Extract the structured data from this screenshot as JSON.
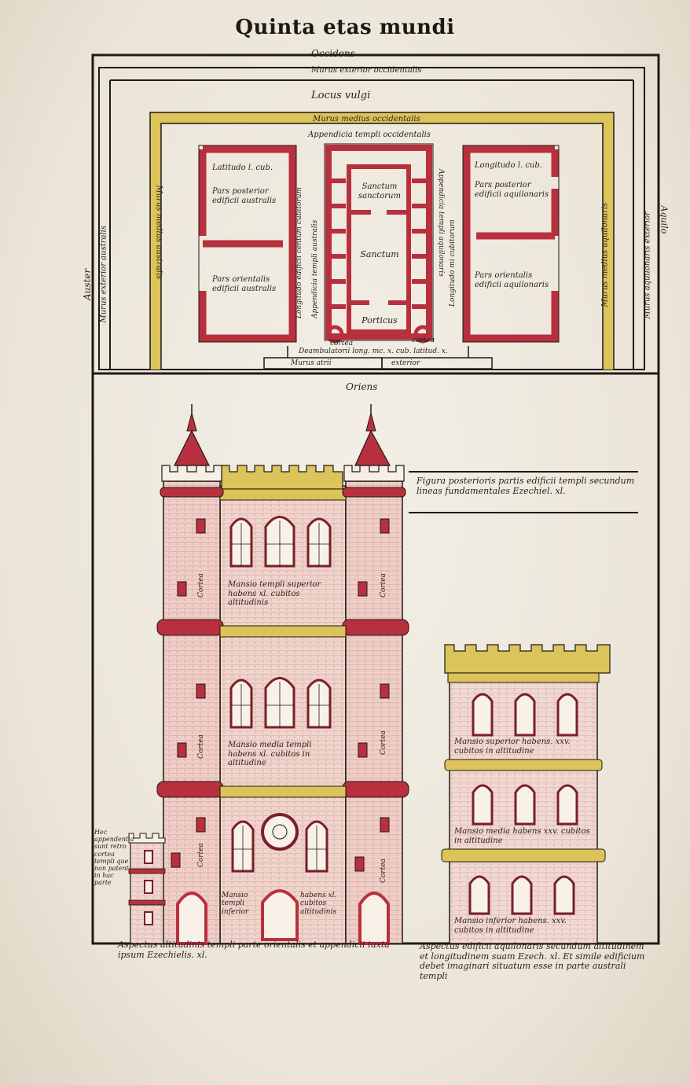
{
  "page": {
    "title": "Quinta etas mundi"
  },
  "plan": {
    "occidens": "Occidens",
    "murus_exterior_occidentalis": "Murus exterior occidentalis",
    "locus_vulgi": "Locus vulgi",
    "murus_medius_occidentalis": "Murus medius occidentalis",
    "appendicia_occidentalis": "Appendicia templi occidentalis",
    "auster": "Auster",
    "murus_exterior_australis": "Murus exterior australis",
    "murus_medius_australis": "Murus medius australis",
    "aquilo": "Aquilo",
    "murus_aquilonaris_exterior": "Murus aquilonaris exterior",
    "murus_medius_aquilonaris": "Murus medius aquilonaris",
    "latitudo_l_cub": "Latitudo l. cub.",
    "pars_posterior_australis": "Pars posterior edificii australis",
    "pars_orientalis_australis": "Pars orientalis edificii australis",
    "longitudo_l_cub": "Longitudo l. cub.",
    "pars_posterior_aquilonaris": "Pars posterior edificii aquilonaris",
    "pars_orientalis_aquilonaris": "Pars orientalis edificii aquilonaris",
    "longitudo_edificii_centum": "Longitudo edificii centum cubitorum",
    "appendicia_templi_australis": "Appendicia templi australis",
    "appendicia_templi_aquilonaris": "Appendicia templi aquilonaris",
    "longitudo_mi_cubitorum": "Longitudo mi cubitorum",
    "sanctum_sanctorum": "Sanctum sanctorum",
    "sanctum": "Sanctum",
    "porticus": "Porticus",
    "cortea_left": "cortea",
    "cortea_right": "cortea",
    "deambulatorium": "Deambulatorii long. mc. x. cub. latitud. x.",
    "murus_atrii": "Murus atrii",
    "exterior": "exterior",
    "oriens": "Oriens"
  },
  "elevation": {
    "figura_caption": "Figura posterioris partis edificii templi secundum lineas fundamentales Ezechiel. xl.",
    "mansio_superior": "Mansio templi superior habens xl. cubitos altitudinis",
    "mansio_media": "Mansio media templi habens xl. cubitos in altitudine",
    "mansio_inferior_a": "Mansio templi inferior",
    "mansio_inferior_b": "habens xl. cubitos altitudinis",
    "cortea_1": "Cortea",
    "cortea_2": "Cortea",
    "cortea_3": "Cortea",
    "cortea_4": "Cortea",
    "cortea_5": "Cortea",
    "cortea_6": "Cortea",
    "side_note": "Hec appendentia sunt retro cortea templi que non patent in hac parte",
    "caption_left": "Aspectus altitudinis templi parte orientalis et appendicii iuxta ipsum Ezechielis. xl.",
    "north_superior": "Mansio superior habens. xxv. cubitos in altitudine",
    "north_media": "Mansio media habens xxv. cubitos in altitudine",
    "north_inferior": "Mansio inferior habens. xxv. cubitos in altitudine",
    "caption_right": "Aspectus edificii aquilonaris secundum altitudinem et longitudinem suam Ezech. xl. Et simile edificium debet imaginari situatum esse in parte australi templi"
  },
  "colors": {
    "ink": "#1f1a14",
    "red": "#b8303e",
    "yellow": "#dcc35a",
    "pink": "#f1cfc8",
    "paper": "#efe9dd"
  }
}
